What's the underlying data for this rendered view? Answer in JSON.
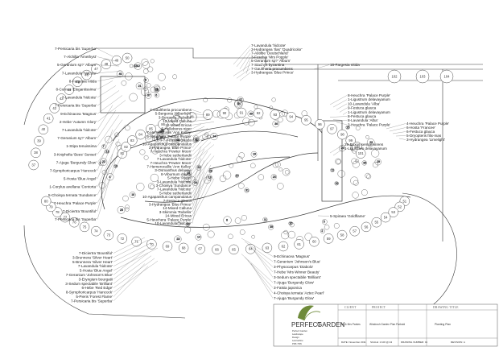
{
  "plant_labels_left": [
    "7-Persicaria bis 'Superba'",
    "7-Alchilla 'Amethyst'",
    "5-Geranium sp? 'Album'",
    "7-Lavandula 'hidcote'",
    "8-Fargesia nitida",
    "8-Cornus 'Elegantissima'",
    "7-Lavandula 'hidcote'",
    "7-Persicaria bis 'Superba'",
    "9-Echinacea 'Magnus'",
    "2-Hebe 'Autumn Glory'",
    "7-Lavandula 'hidcote'",
    "7-Geranium sy? 'Album'",
    "1-Stipa tenuissima",
    "3-Kniphofia 'Bees' Sunset'",
    "7-Ajuga 'Burgundy Glow'",
    "7-Symphoricarpus 'Hancock'",
    "5-Hosta 'Blue Angel'",
    "1-Corylus avellana 'Contorta'",
    "5-Choisya ternata 'Sundance'",
    "7-Heuchra 'Palace Purple'",
    "7-Diciertra 'Bountiful'",
    "7-Persicaria bis 'Superba'"
  ],
  "plant_labels_center": [
    "7-Gaultheria procumbens",
    "5-Bergenia 'Silberlicht'",
    "3-Bergenia 'Rubella'",
    "12-Mixed Calluna",
    "12-Mixed Ericas",
    "5-Helleborus niger",
    "7-Hemerocallis 'Ann Kelley'",
    "5-Heuchera 'Palace Purple'",
    "7-Festuca glauca",
    "10-Agapanthus campanulatus",
    "3-Hydrangea 'Blue Prince'",
    "7-Heuchra 'Pewter Moon'",
    "3-Hebe sutherlandii",
    "7-Lavandula 'hidcote'",
    "7-Heuchra 'Pewter Moon'",
    "7-Hemerocallis 'Ann Kelley'",
    "3-Osmanthus delavayi",
    "8-Viburnum davidii",
    "5-Hebe 'Pagei'",
    "3-Lavandula 'hidcote'",
    "3-Choisya 'Sundance'",
    "7-Lavandula 'hidcote'",
    "5-Hebe sutherlandii",
    "10-Agapanthus campanulatus",
    "7-Festuca glauca",
    "3-Hydrangea 'Blue Prince'",
    "14-Mixed Calluna",
    "3-Skimmia 'Rubella'",
    "14-Mixed Ericas",
    "5-Heuchera 'Palace Purple'",
    "10-Lavandula 'hidcote'"
  ],
  "plant_labels_top": [
    "7-Lavandula 'hidcote'",
    "3-Hydrangea 'Ilas' 'Quadricolor'",
    "7-Astilbe 'Deutschland'",
    "3-Fuschia 'Mrs Popple'",
    "5-Geranium sp? 'Album'",
    "7-Stachys byzantina",
    "7-Gaultheria procumbens",
    "3-Hydrangea 'Blue Prince'"
  ],
  "plant_labels_right": [
    "16-Fargesia nitida",
    "8-Heuchra 'Palace Purple'",
    "1-Ligustrum delavayanum",
    "10-Lavandula 'Alba'",
    "9-Festuca glauca",
    "1-Ligustrum delavayanum",
    "8-Festuca glauca",
    "8-Lavandula 'Alba'",
    "3-Heuchra 'Palace Purple'",
    "4-Heuchra 'Palace Purple'",
    "6-Hosta 'Francee'",
    "6-Festuca glauca",
    "5-Dryopteris filix-mas",
    "3-Hydrangea 'Limelight'",
    "29-Buxus sempervirens",
    "1-Ligustrum delavayanum",
    "5-Spiraea 'Goldflame'"
  ],
  "plant_labels_bottom": [
    "7-Diciertra 'Bountiful'",
    "3-Brunnera 'Silver Heart'",
    "5-Brunnera 'Silver Heart'",
    "7-Lavandula 'hidcote'",
    "5-Hosta 'Blue Angel'",
    "7-Geranium 'Johnson's Blue'",
    "3-Eryngium bourgatii",
    "3-Sedum spectabile 'Brilliant'",
    "6-Hebe 'Red Edge'",
    "8-Symphoricarpus 'Hancock'",
    "5-Pieris 'Forest Flame'",
    "7-Persicaria bis 'Superba'",
    "9-Echinacea 'Magnus'",
    "7-Geranium 'Johnson's Blue'",
    "3-Physocarpus 'Diabolo'",
    "7-Hebe 'Mrs Winner Beauty'",
    "3-Sedum spectabile 'Brilliant'",
    "7-Ajuga 'Burgundy Glow'",
    "3-Fatsia japonica",
    "4-Choisya ternata 'Aztec Pearl'",
    "7-Ajuga 'Burgundy Glow'"
  ],
  "tree_numbers": [
    "102",
    "103",
    "104",
    "37",
    "38",
    "39",
    "40",
    "41",
    "42",
    "43",
    "44",
    "45",
    "46",
    "47",
    "48",
    "49",
    "50",
    "51",
    "52",
    "53",
    "54",
    "55",
    "56",
    "57",
    "58",
    "59",
    "60",
    "61",
    "62",
    "63",
    "64",
    "65",
    "66",
    "67",
    "68",
    "69",
    "70",
    "71",
    "72",
    "73",
    "74",
    "75",
    "76",
    "77",
    "78",
    "79",
    "80",
    "81",
    "82",
    "83",
    "84",
    "85",
    "86",
    "87",
    "88",
    "89",
    "90",
    "91",
    "92",
    "93",
    "94",
    "95",
    "96",
    "97",
    "98",
    "99",
    "100",
    "101"
  ],
  "title_block": {
    "logo_line1": "PERFECT",
    "logo_line2": "GARDEN",
    "headers": [
      "CLIENT",
      "PROJECT",
      "DRAWING TITLE"
    ],
    "company_lines": [
      "Perfect Garden",
      "Landscape",
      "Design",
      "Lancashire",
      "PR6 7RN"
    ],
    "client": "Mr & Mrs Parkes",
    "project": "Windrush Garden Plan Parbold",
    "drawing_title": "Planting Plan",
    "date": "DATE: November 2011",
    "scale": "SCALE: 1:100 @ A3",
    "drawing_number": "DRAWING NUMBER: 01",
    "revision": "REVISION: A"
  },
  "colors": {
    "line": "#3a3a3a",
    "plant_number_blue": "#5b7fb5",
    "logo_green": "#6e8a3a"
  }
}
